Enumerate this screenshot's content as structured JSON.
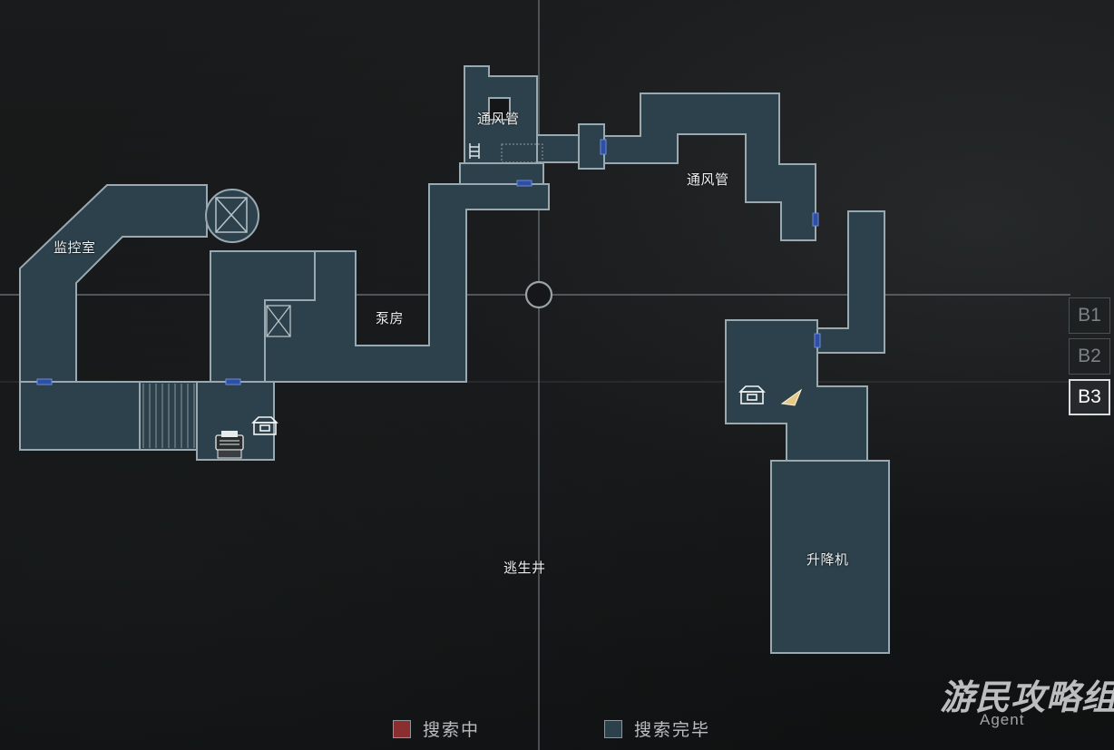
{
  "map": {
    "rooms": {
      "ventilation_upper": "通风管",
      "ventilation_right": "通风管",
      "monitor_room": "监控室",
      "pump_room": "泵房",
      "escape_shaft": "逃生井",
      "elevator": "升降机"
    },
    "icons": {
      "lift_box": "crossed-square-lift-icon",
      "small_lift": "crossed-square-lift-icon",
      "ladder": "ladder-icon",
      "item_box_left": "item-box-icon",
      "item_box_right": "item-box-icon",
      "typewriter": "typewriter-icon",
      "player": "player-arrow-icon"
    },
    "colors": {
      "explored_room": "#2c414c",
      "room_outline": "#9aa9b0",
      "door": "#2e4fa6",
      "searching": "#8a2e30",
      "background": "#141617"
    }
  },
  "floors": {
    "items": [
      "B1",
      "B2",
      "B3"
    ],
    "active": "B3"
  },
  "legend": {
    "searching_label": "搜索中",
    "searching_color": "#8a2e30",
    "complete_label": "搜索完毕",
    "complete_color": "#2c414c"
  },
  "watermark": {
    "logo_text": "游民攻略组",
    "sub_text": "Agent"
  }
}
